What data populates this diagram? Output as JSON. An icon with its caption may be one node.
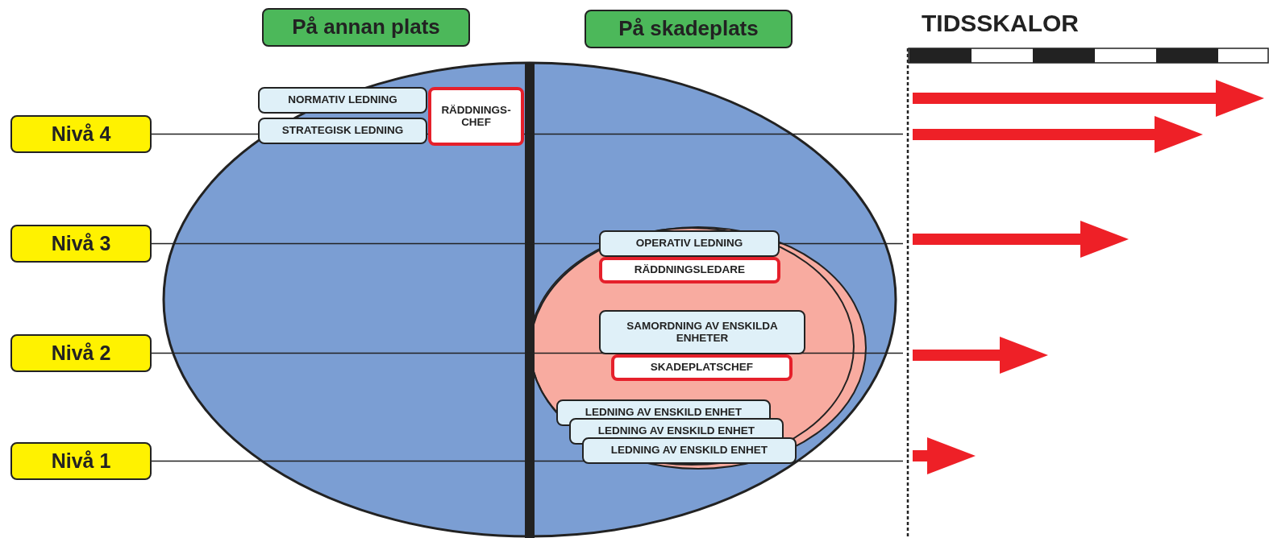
{
  "diagram": {
    "nodes": [
      {
        "text": [
          "På annan plats"
        ]
      },
      {
        "text": [
          "På skadeplats"
        ]
      },
      {
        "text": [
          "Nivå 4"
        ]
      },
      {
        "text": [
          "Nivå 3"
        ]
      },
      {
        "text": [
          "Nivå 2"
        ]
      },
      {
        "text": [
          "Nivå 1"
        ]
      },
      {
        "text": [
          "NORMATIV LEDNING"
        ]
      },
      {
        "text": [
          "STRATEGISK LEDNING"
        ]
      },
      {
        "text": [
          "RÄDDNINGS- CHEF"
        ]
      },
      {
        "text": [
          "OPERATIV LEDNING"
        ]
      },
      {
        "text": [
          "RÄDDNINGSLEDARE"
        ]
      },
      {
        "text": [
          "SAMORDNING AV ENSKILDA ENHETER"
        ]
      },
      {
        "text": [
          "SKADEPLATSCHEF"
        ]
      },
      {
        "text": [
          "LEDNING AV ENSKILD ENHET"
        ]
      },
      {
        "text": [
          "LEDNING AV ENSKILD ENHET"
        ]
      },
      {
        "text": [
          "LEDNING AV ENSKILD ENHET"
        ]
      }
    ],
    "edges": [
      {
        "from": 2,
        "to": null,
        "arrow": "none"
      },
      {
        "from": 3,
        "to": null,
        "arrow": "none"
      },
      {
        "from": 4,
        "to": null,
        "arrow": "none"
      },
      {
        "from": 5,
        "to": null,
        "arrow": "none"
      }
    ],
    "labels": [
      "TIDSSKALOR"
    ]
  }
}
